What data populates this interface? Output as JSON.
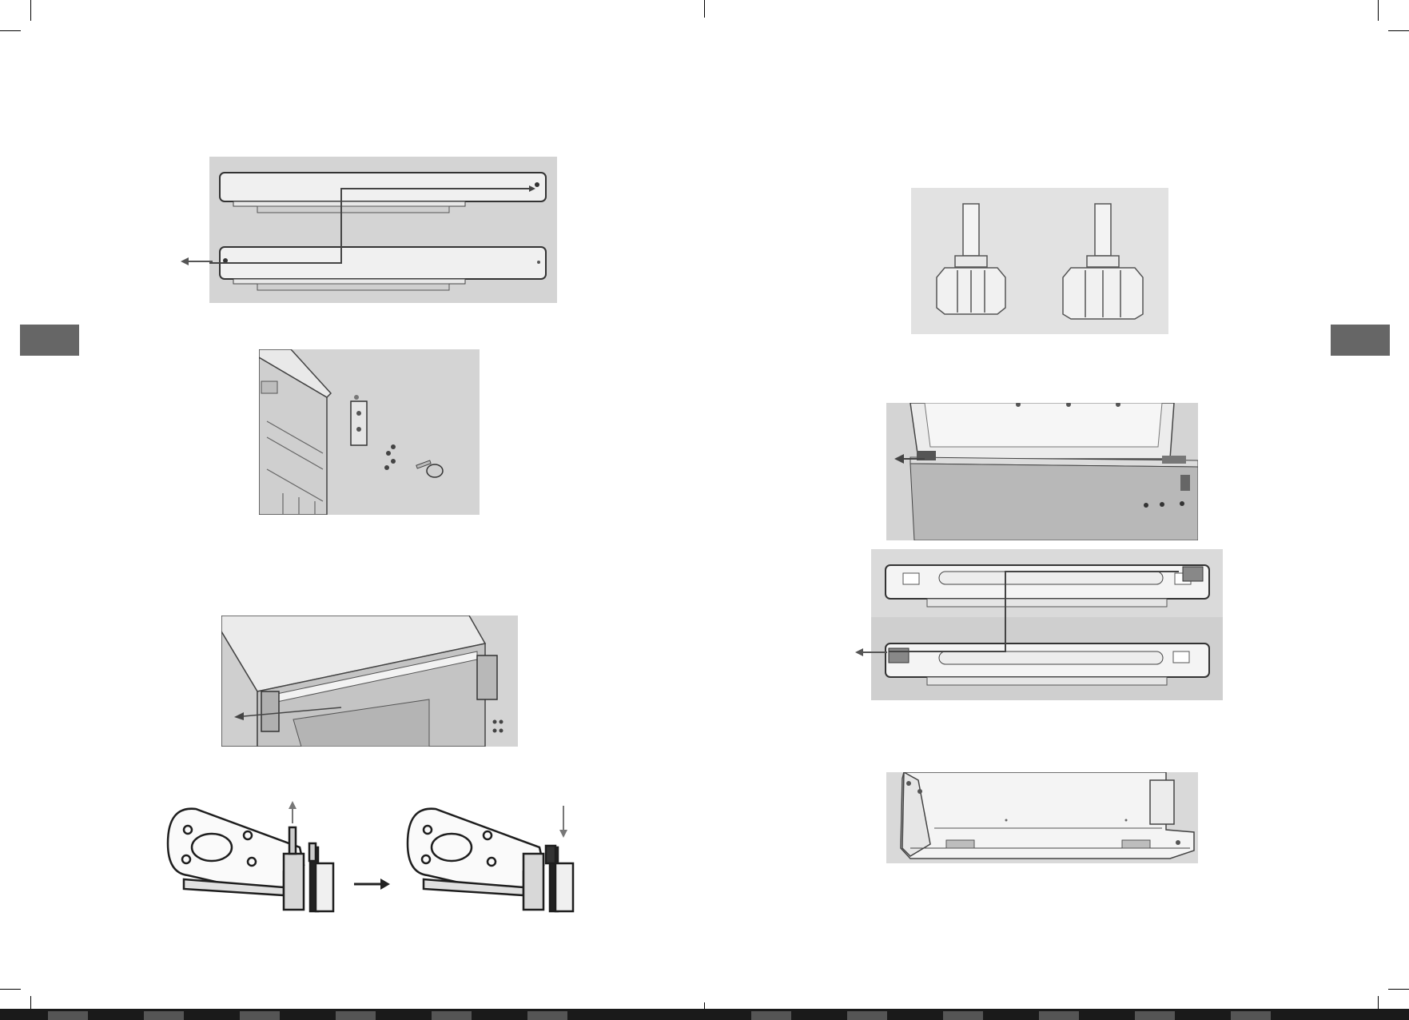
{
  "document": {
    "type": "appliance manual spread - door reversal instructions",
    "colors": {
      "panel_background": "#d4d4d4",
      "section_tab": "#666666",
      "line_art": "#3a3a3a",
      "arrow": "#555555"
    }
  },
  "left_page": {
    "figures": [
      {
        "name": "freezer-door-hinge-transfer",
        "icon": "door-panel-arrow"
      },
      {
        "name": "bottom-hinge-exploded",
        "icon": "hinge-screws-foot"
      },
      {
        "name": "middle-hinge-removal",
        "icon": "cabinet-hinge-arrow"
      },
      {
        "name": "hinge-pin-relocation",
        "icon": "hinge-pin-swap"
      }
    ]
  },
  "right_page": {
    "figures": [
      {
        "name": "adjustable-feet",
        "icon": "two-feet"
      },
      {
        "name": "top-hinge-removal",
        "icon": "cabinet-top-arrow"
      },
      {
        "name": "fridge-door-hinge-transfer",
        "icon": "door-panel-arrow"
      },
      {
        "name": "door-bottom-view",
        "icon": "door-bottom"
      }
    ]
  }
}
